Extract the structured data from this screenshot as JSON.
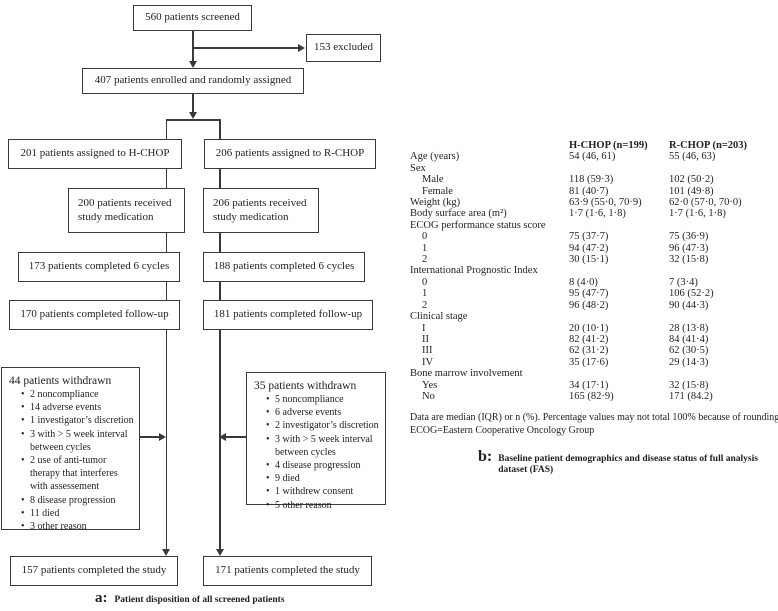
{
  "panel_a": {
    "boxes": {
      "screened": "560 patients screened",
      "excluded": "153 excluded",
      "enrolled": "407 patients enrolled and randomly assigned",
      "assigned_left": "201 patients assigned to H-CHOP",
      "assigned_right": "206 patients assigned to R-CHOP",
      "received_left": "200 patients received study medication",
      "received_right": "206 patients received study medication",
      "cycles_left": "173 patients completed 6 cycles",
      "cycles_right": "188 patients completed 6 cycles",
      "followup_left": "170 patients completed follow-up",
      "followup_right": "181 patients completed follow-up",
      "completed_left": "157 patients completed the study",
      "completed_right": "171 patients completed the study"
    },
    "withdrawn_left": {
      "title": "44 patients withdrawn",
      "items": [
        "2 noncompliance",
        "14 adverse events",
        "1 investigator’s discretion",
        "3 with > 5 week interval between cycles",
        "2 use of anti-tumor therapy that interferes with assessement",
        "8 disease progression",
        "11 died",
        "3 other reason"
      ]
    },
    "withdrawn_right": {
      "title": "35 patients withdrawn",
      "items": [
        "5 noncompliance",
        "6 adverse events",
        "2 investigator’s discretion",
        "3 with > 5 week interval between cycles",
        "4 disease progression",
        "9 died",
        "1 withdrew consent",
        "5 other reason"
      ]
    },
    "caption": {
      "label": "a:",
      "text": "Patient disposition of all screened patients"
    }
  },
  "panel_b": {
    "columns": [
      "H-CHOP (n=199)",
      "R-CHOP (n=203)"
    ],
    "rows": [
      {
        "label": "Age (years)",
        "indent": 0,
        "c1": "54 (46, 61)",
        "c2": "55 (46, 63)"
      },
      {
        "label": "Sex",
        "indent": 0,
        "c1": "",
        "c2": ""
      },
      {
        "label": "Male",
        "indent": 1,
        "c1": "118 (59·3)",
        "c2": "102 (50·2)"
      },
      {
        "label": "Female",
        "indent": 1,
        "c1": "81 (40·7)",
        "c2": "101 (49·8)"
      },
      {
        "label": "Weight (kg)",
        "indent": 0,
        "c1": "63·9 (55·0, 70·9)",
        "c2": "62·0 (57·0, 70·0)"
      },
      {
        "label": "Body surface area (m²)",
        "indent": 0,
        "c1": "1·7 (1·6, 1·8)",
        "c2": "1·7 (1·6, 1·8)"
      },
      {
        "label": "ECOG performance status score",
        "indent": 0,
        "c1": "",
        "c2": ""
      },
      {
        "label": "0",
        "indent": 1,
        "c1": "75 (37·7)",
        "c2": "75 (36·9)"
      },
      {
        "label": "1",
        "indent": 1,
        "c1": "94 (47·2)",
        "c2": "96 (47·3)"
      },
      {
        "label": "2",
        "indent": 1,
        "c1": "30 (15·1)",
        "c2": "32 (15·8)"
      },
      {
        "label": "International Prognostic Index",
        "indent": 0,
        "c1": "",
        "c2": ""
      },
      {
        "label": "0",
        "indent": 1,
        "c1": "8 (4·0)",
        "c2": "7 (3·4)"
      },
      {
        "label": "1",
        "indent": 1,
        "c1": "95 (47·7)",
        "c2": "106 (52·2)"
      },
      {
        "label": "2",
        "indent": 1,
        "c1": "96 (48·2)",
        "c2": "90 (44·3)"
      },
      {
        "label": "Clinical stage",
        "indent": 0,
        "c1": "",
        "c2": ""
      },
      {
        "label": "I",
        "indent": 1,
        "c1": "20 (10·1)",
        "c2": "28 (13·8)"
      },
      {
        "label": "II",
        "indent": 1,
        "c1": "82 (41·2)",
        "c2": "84 (41·4)"
      },
      {
        "label": "III",
        "indent": 1,
        "c1": "62 (31·2)",
        "c2": "62 (30·5)"
      },
      {
        "label": "IV",
        "indent": 1,
        "c1": "35 (17·6)",
        "c2": "29 (14·3)"
      },
      {
        "label": "Bone marrow involvement",
        "indent": 0,
        "c1": "",
        "c2": ""
      },
      {
        "label": "Yes",
        "indent": 1,
        "c1": "34 (17·1)",
        "c2": "32 (15·8)"
      },
      {
        "label": "No",
        "indent": 1,
        "c1": "165 (82·9)",
        "c2": "171 (84.2)"
      }
    ],
    "footnotes": [
      "Data are median (IQR) or n (%). Percentage values may not total 100% because of rounding.",
      "ECOG=Eastern Cooperative Oncology Group"
    ],
    "caption": {
      "label": "b:",
      "text": "Baseline patient demographics and disease status of full analysis dataset (FAS)"
    }
  },
  "colors": {
    "line": "#3a3a3a",
    "text": "#1f1f1f",
    "background": "#ffffff"
  }
}
